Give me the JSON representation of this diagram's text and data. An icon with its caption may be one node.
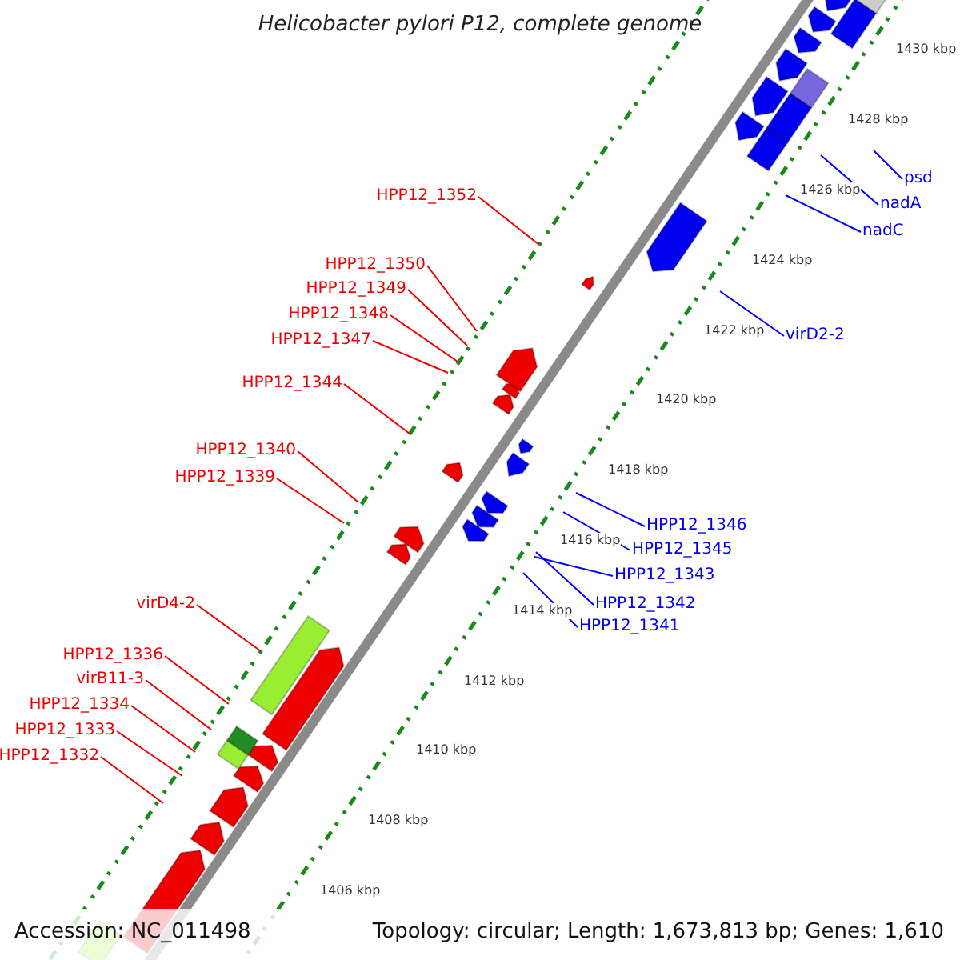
{
  "diagram": {
    "title": "Helicobacter pylori P12, complete genome",
    "nodes": [
      {
        "text": [
          "psd"
        ]
      },
      {
        "text": [
          "HPP12_1352"
        ]
      },
      {
        "text": [
          "nadA"
        ]
      },
      {
        "text": [
          "nadC"
        ]
      },
      {
        "text": [
          "HPP12_1350"
        ]
      },
      {
        "text": [
          "HPP12_1349"
        ]
      },
      {
        "text": [
          "HPP12_1348"
        ]
      },
      {
        "text": [
          "virD2-2"
        ]
      },
      {
        "text": [
          "HPP12_1347"
        ]
      },
      {
        "text": [
          "HPP12_1344"
        ]
      },
      {
        "text": [
          "HPP12_1340"
        ]
      },
      {
        "text": [
          "HPP12_1339"
        ]
      },
      {
        "text": [
          "HPP12_1346"
        ]
      },
      {
        "text": [
          "HPP12_1345"
        ]
      },
      {
        "text": [
          "HPP12_1343"
        ]
      },
      {
        "text": [
          "virD4-2"
        ]
      },
      {
        "text": [
          "HPP12_1342"
        ]
      },
      {
        "text": [
          "HPP12_1341"
        ]
      },
      {
        "text": [
          "HPP12_1336"
        ]
      },
      {
        "text": [
          "virB11-3"
        ]
      },
      {
        "text": [
          "HPP12_1334"
        ]
      },
      {
        "text": [
          "HPP12_1333"
        ]
      },
      {
        "text": [
          "HPP12_1332"
        ]
      }
    ],
    "edges": [
      {
        "from": 0,
        "to": null,
        "arrow": "none",
        "color": "#0000ff"
      },
      {
        "from": 1,
        "to": null,
        "arrow": "none"
      },
      {
        "from": 2,
        "to": null,
        "arrow": "none",
        "color": "#0000ff"
      },
      {
        "from": 3,
        "to": null,
        "arrow": "none",
        "color": "#0000ff"
      },
      {
        "from": 4,
        "to": null,
        "arrow": "none"
      },
      {
        "from": 5,
        "to": null,
        "arrow": "none"
      },
      {
        "from": 6,
        "to": null,
        "arrow": "none"
      },
      {
        "from": 7,
        "to": null,
        "arrow": "none",
        "color": "#0000ff"
      },
      {
        "from": 8,
        "to": null,
        "arrow": "none"
      },
      {
        "from": 9,
        "to": null,
        "arrow": "none"
      },
      {
        "from": 10,
        "to": null,
        "arrow": "none"
      },
      {
        "from": 11,
        "to": null,
        "arrow": "none"
      },
      {
        "from": 12,
        "to": null,
        "arrow": "none",
        "color": "#0000ff"
      },
      {
        "from": 13,
        "to": null,
        "arrow": "none",
        "color": "#0000ff"
      },
      {
        "from": 14,
        "to": null,
        "arrow": "none",
        "color": "#0000ff"
      },
      {
        "from": 15,
        "to": null,
        "arrow": "none"
      },
      {
        "from": 16,
        "to": null,
        "arrow": "none",
        "color": "#0000ff"
      },
      {
        "from": 17,
        "to": null,
        "arrow": "none",
        "color": "#0000ff"
      },
      {
        "from": 18,
        "to": null,
        "arrow": "none"
      },
      {
        "from": 19,
        "to": null,
        "arrow": "none"
      },
      {
        "from": 20,
        "to": null,
        "arrow": "none"
      },
      {
        "from": 21,
        "to": null,
        "arrow": "none"
      },
      {
        "from": 22,
        "to": null,
        "arrow": "none"
      }
    ],
    "labels": [
      "1430 kbp",
      "1428 kbp",
      "1426 kbp",
      "1424 kbp",
      "1422 kbp",
      "1420 kbp",
      "1418 kbp",
      "1416 kbp",
      "1414 kbp",
      "1412 kbp",
      "1410 kbp",
      "1408 kbp",
      "1406 kbp",
      "Accession: NC_011498",
      "Topology: circular; Length: 1,673,813 bp; Genes: 1,610"
    ]
  }
}
